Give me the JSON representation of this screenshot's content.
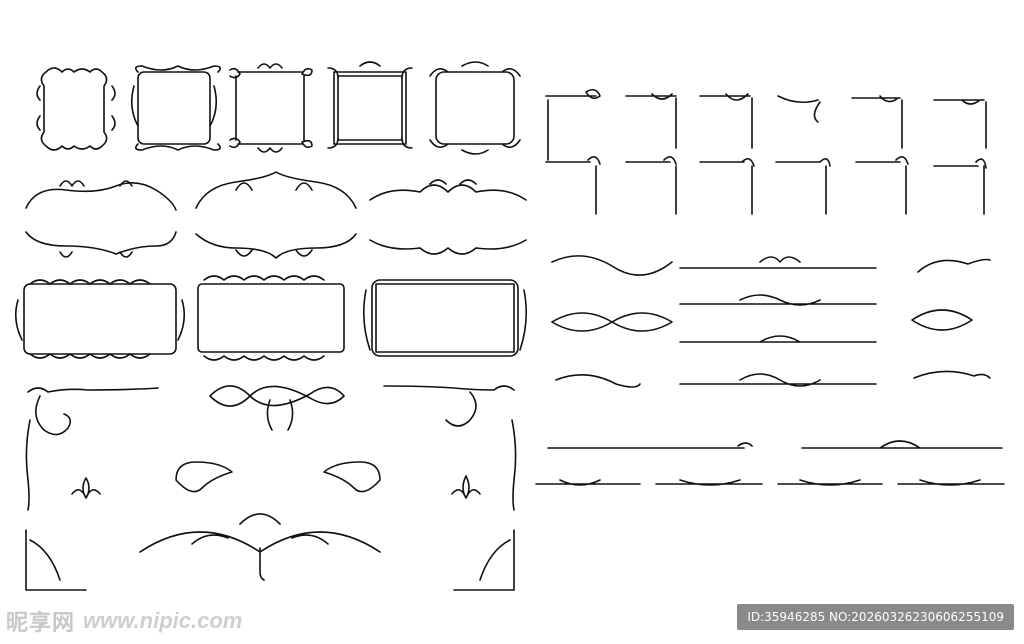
{
  "watermark": {
    "logo_text": "昵享网",
    "site": "www.nipic.com",
    "id_line": "ID:35946285 NO:20260326230606255109"
  },
  "colors": {
    "ink": "#111111",
    "watermark_bg": "#8a8a8a"
  },
  "icons": [
    "square-frame",
    "corner-ornament",
    "divider-flourish",
    "rectangle-frame",
    "fleur-de-lis",
    "swirl-ornament"
  ]
}
